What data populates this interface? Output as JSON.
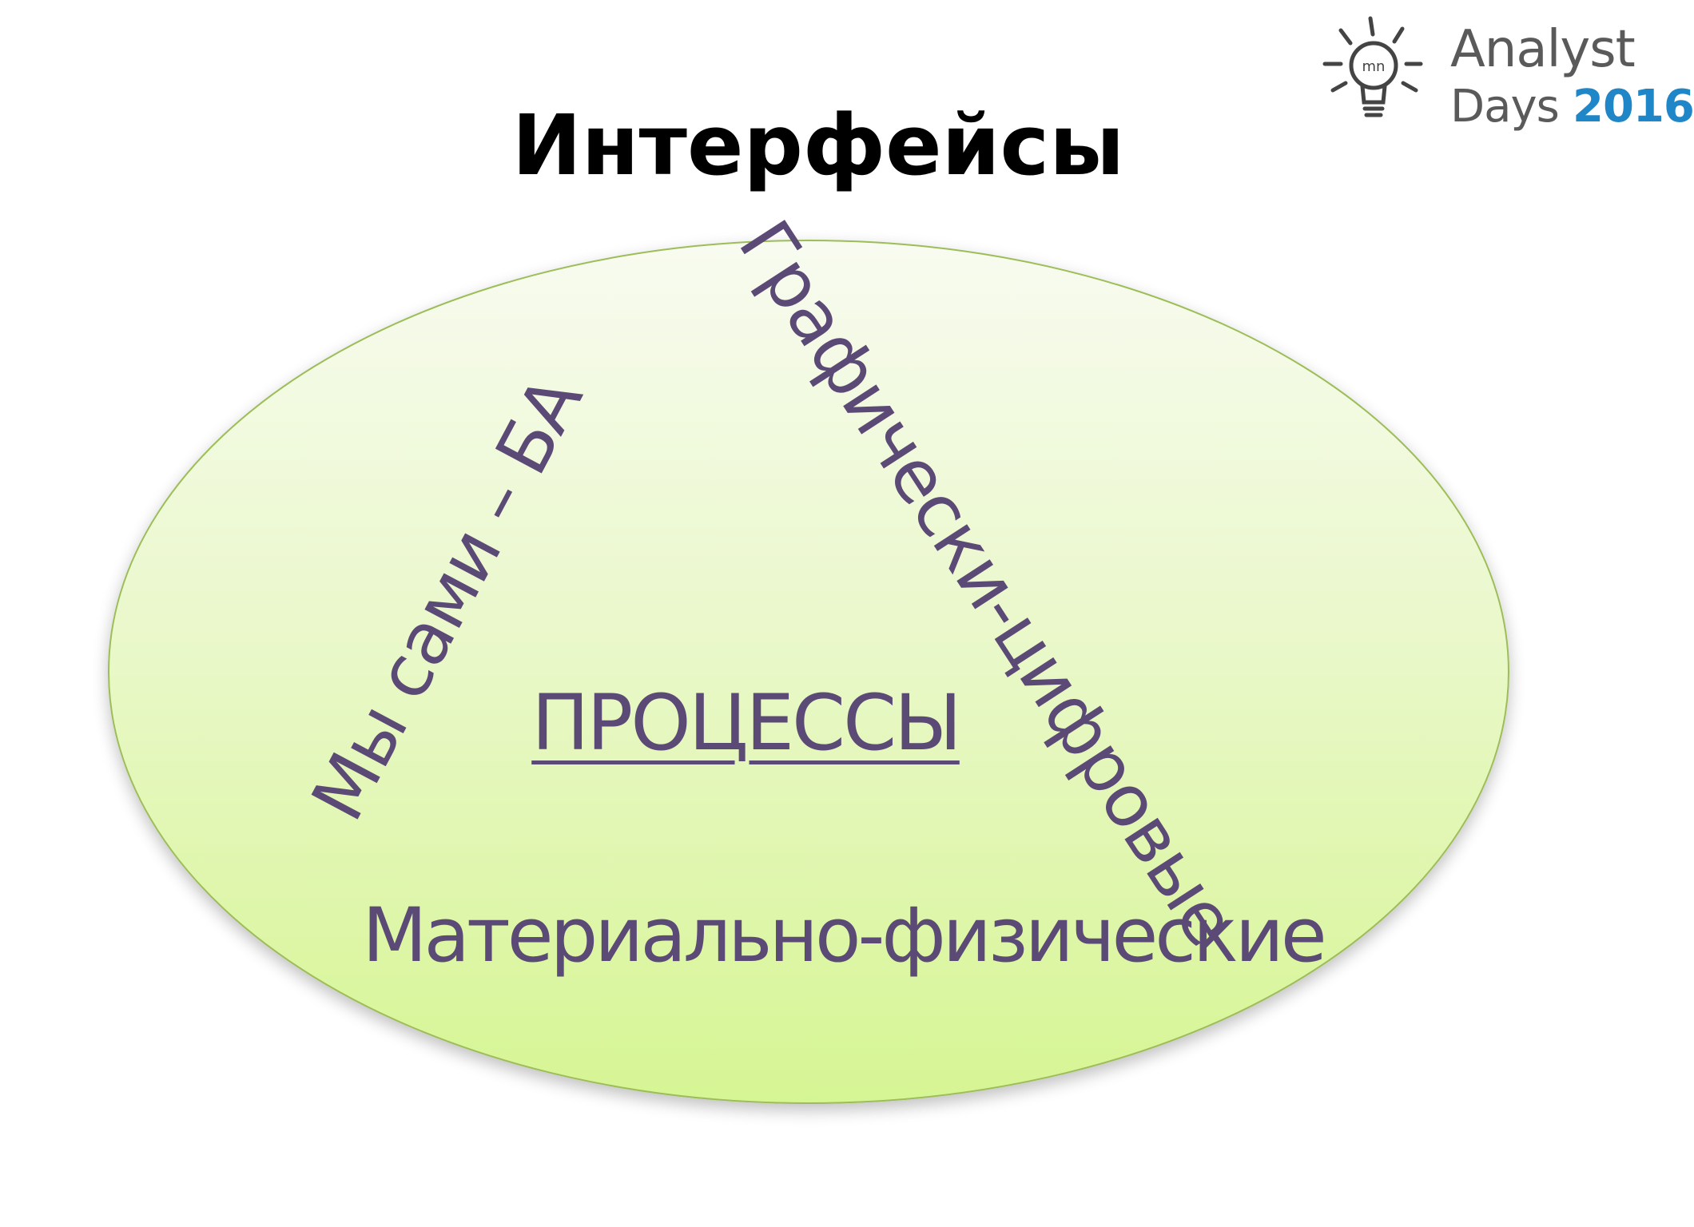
{
  "slide": {
    "title": "Интерфейсы"
  },
  "logo": {
    "word_1": "Analyst",
    "word_2": "Days",
    "year": "2016",
    "bulb_text": "mn",
    "colors": {
      "gray": "#5a5a5a",
      "blue": "#1f86c7"
    }
  },
  "diagram": {
    "left_label": "Мы сами – БА",
    "right_label": "Графически-цифровые",
    "center_label": "ПРОЦЕССЫ",
    "bottom_label": "Материально-физические",
    "colors": {
      "ellipse_top": "#f7fbee",
      "ellipse_bottom": "#d7f598",
      "ellipse_border": "#8fb24a",
      "text": "#5b4a76"
    }
  }
}
